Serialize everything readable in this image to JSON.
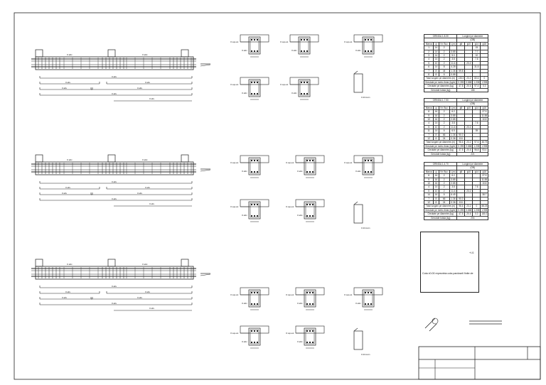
{
  "drawing": {
    "beam_rebar_tag": "O attiv",
    "section_tag_top": "O sup.eut",
    "section_tag_stirrup": "O attiv",
    "stirrup_tag": "O dtl cucm"
  },
  "tables": [
    {
      "title": "GRINDA 1-8.30",
      "head": [
        "Marca",
        "ϕ",
        "Nr. Buc",
        "L(m)",
        "ϕ8",
        "ϕ10",
        "ϕ14",
        "ϕ16"
      ],
      "group_label": "Lungimi pe diametre",
      "group_sub": "(OB)",
      "rows": [
        [
          "1",
          "14",
          "2",
          "",
          "",
          "",
          "15",
          ""
        ],
        [
          "2",
          "14",
          "2",
          "3.85",
          "",
          "",
          "7.7",
          ""
        ],
        [
          "3",
          "14",
          "2",
          "5.0",
          "",
          "",
          "10",
          ""
        ],
        [
          "4",
          "14",
          "2",
          "3.8",
          "",
          "",
          "7.6",
          ""
        ],
        [
          "5",
          "10",
          "2",
          "11.6",
          "",
          "23.2",
          "",
          ""
        ],
        [
          "6",
          "14",
          "8",
          "4.28",
          "",
          "",
          "31.5",
          ""
        ],
        [
          "7",
          "8",
          "44",
          "1.36",
          "59.8",
          "",
          "",
          ""
        ],
        [
          "8",
          "8",
          "6",
          "0.88",
          "",
          "",
          "",
          ""
        ]
      ],
      "totals": [
        [
          "Total lungimi pe diametre (m)",
          "136.5",
          "23.2",
          "80.6",
          "0"
        ],
        [
          "Greutate pe metru liniar (kg/m)",
          "0.395",
          "0.888",
          "1.208",
          "1.998"
        ],
        [
          "Greutate pe diametre (kg)",
          "47.8",
          "20.6",
          "97.4",
          "0.0"
        ],
        [
          "Greutate totala (kg)",
          "166"
        ]
      ]
    },
    {
      "title": "GRINDA 1-7.50",
      "head": [
        "Marca",
        "ϕ",
        "Nr. Buc",
        "L(m)",
        "ϕ8",
        "ϕ10",
        "ϕ14",
        "ϕ16"
      ],
      "group_label": "Lungimi pe diametre",
      "group_sub": "(OB)",
      "rows": [
        [
          "8",
          "16",
          "2",
          "6.2",
          "",
          "",
          "",
          "27.9"
        ],
        [
          "9",
          "16",
          "2",
          "3.85",
          "",
          "",
          "",
          "11.55"
        ],
        [
          "10",
          "16",
          "2",
          "2.85",
          "",
          "",
          "",
          "10.8"
        ],
        [
          "4",
          "14",
          "2",
          "3.8",
          "",
          "",
          "7.6",
          ""
        ],
        [
          "5",
          "10",
          "2",
          "11.6",
          "",
          "23.2",
          "",
          ""
        ],
        [
          "11",
          "14",
          "6",
          "6.5",
          "",
          "",
          "39",
          ""
        ],
        [
          "7",
          "8",
          "66",
          "1.36",
          "90.0",
          "",
          "",
          ""
        ],
        [
          "12",
          "8",
          "24",
          "0.36",
          "8.6",
          "",
          "",
          ""
        ]
      ],
      "totals": [
        [
          "Total lungimi pe diametre (m)",
          "98.6",
          "23.2",
          "97.6",
          "46.75"
        ],
        [
          "Greutate pe metru liniar (kg/m)",
          "0.395",
          "0.888",
          "1.208",
          "1.998"
        ],
        [
          "Greutate pe diametre (kg)",
          "47.8",
          "20.6",
          "96.8",
          "93.4"
        ],
        [
          "Greutate totala (kg)",
          "221"
        ]
      ]
    },
    {
      "title": "GRINDA 1-4.70",
      "head": [
        "Marca",
        "ϕ",
        "Nr. Buc",
        "L(m)",
        "ϕ8",
        "ϕ10",
        "ϕ14",
        "ϕ16"
      ],
      "group_label": "Lungimi pe diametre",
      "group_sub": "(OB)",
      "rows": [
        [
          "8",
          "16",
          "2",
          "6.2",
          "",
          "",
          "",
          "27.9"
        ],
        [
          "9",
          "16",
          "2",
          "3.85",
          "",
          "",
          "",
          "11.55"
        ],
        [
          "10",
          "16",
          "2",
          "2.85",
          "",
          "",
          "",
          "10.8"
        ],
        [
          "4",
          "14",
          "2",
          "3.8",
          "",
          "",
          "7.6",
          ""
        ],
        [
          "5",
          "10",
          "2",
          "11.6",
          "",
          "23.2",
          "",
          ""
        ],
        [
          "14",
          "16",
          "6",
          "6.45",
          "",
          "",
          "",
          "38.7"
        ],
        [
          "7",
          "8",
          "66",
          "1.36",
          "90.0",
          "",
          "",
          ""
        ],
        [
          "12",
          "8",
          "24",
          "0.36",
          "8.6",
          "",
          "",
          ""
        ]
      ],
      "totals": [
        [
          "Total lungimi pe diametre (m)",
          "98.6",
          "23.2",
          "0",
          "88.25"
        ],
        [
          "Greutate pe metru liniar (kg/m)",
          "0.395",
          "0.888",
          "1.208",
          "1.998"
        ],
        [
          "Greutate pe diametre (kg)",
          "47.8",
          "20.6",
          "0.0",
          "180.3"
        ],
        [
          "Greutate totala (kg)",
          "204"
        ]
      ]
    }
  ],
  "note": {
    "text": "Cota ±0.00 reprezinta cota pardoseli finite de",
    "mark": "+/-0."
  }
}
